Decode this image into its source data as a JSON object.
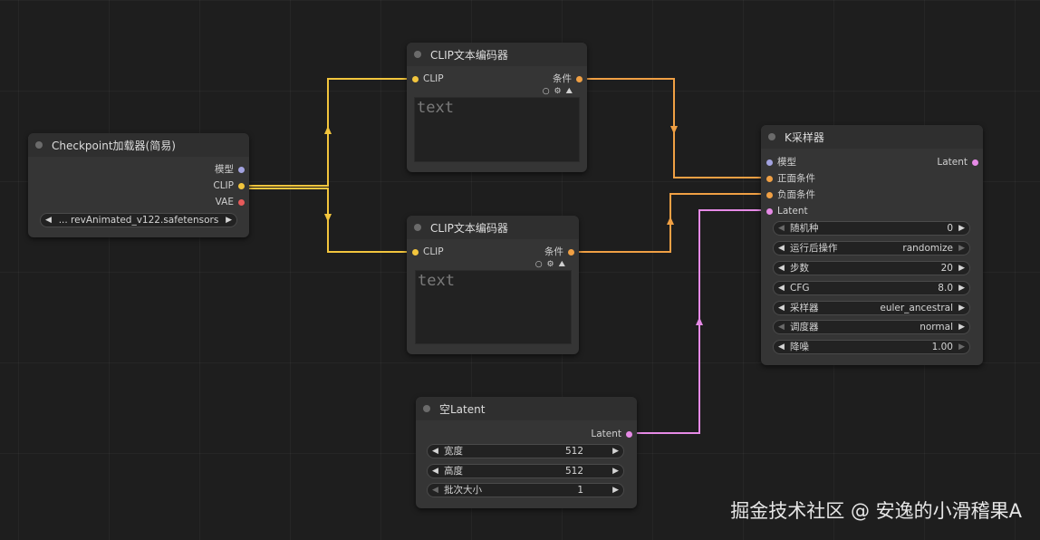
{
  "colors": {
    "canvas": "#1e1e1e",
    "node_body": "#353535",
    "node_title": "#2f2f2f",
    "link_clip": "#f2c53d",
    "link_conditioning": "#f0a044",
    "link_latent": "#e68ae6",
    "slot_model": "#a3a3e0",
    "slot_clip": "#f2c53d",
    "slot_vae": "#e65a5a",
    "slot_conditioning": "#f0a044",
    "slot_latent": "#e68ae6"
  },
  "checkpoint": {
    "title": "Checkpoint加载器(简易)",
    "outputs": [
      "模型",
      "CLIP",
      "VAE"
    ],
    "ckpt_value": "... revAnimated_v122.safetensors"
  },
  "clip_top": {
    "title": "CLIP文本编码器",
    "input": "CLIP",
    "output": "条件",
    "text_placeholder": "text"
  },
  "clip_bottom": {
    "title": "CLIP文本编码器",
    "input": "CLIP",
    "output": "条件",
    "text_placeholder": "text"
  },
  "ksampler": {
    "title": "K采样器",
    "inputs": [
      "模型",
      "正面条件",
      "负面条件",
      "Latent"
    ],
    "output": "Latent",
    "widgets": [
      {
        "label": "随机种",
        "value": "0"
      },
      {
        "label": "运行后操作",
        "value": "randomize"
      },
      {
        "label": "步数",
        "value": "20"
      },
      {
        "label": "CFG",
        "value": "8.0"
      },
      {
        "label": "采样器",
        "value": "euler_ancestral"
      },
      {
        "label": "调度器",
        "value": "normal"
      },
      {
        "label": "降噪",
        "value": "1.00"
      }
    ]
  },
  "empty_latent": {
    "title": "空Latent",
    "output": "Latent",
    "widgets": [
      {
        "label": "宽度",
        "value": "512"
      },
      {
        "label": "高度",
        "value": "512"
      },
      {
        "label": "批次大小",
        "value": "1"
      }
    ]
  },
  "watermark": "掘金技术社区 @ 安逸的小滑稽果A"
}
